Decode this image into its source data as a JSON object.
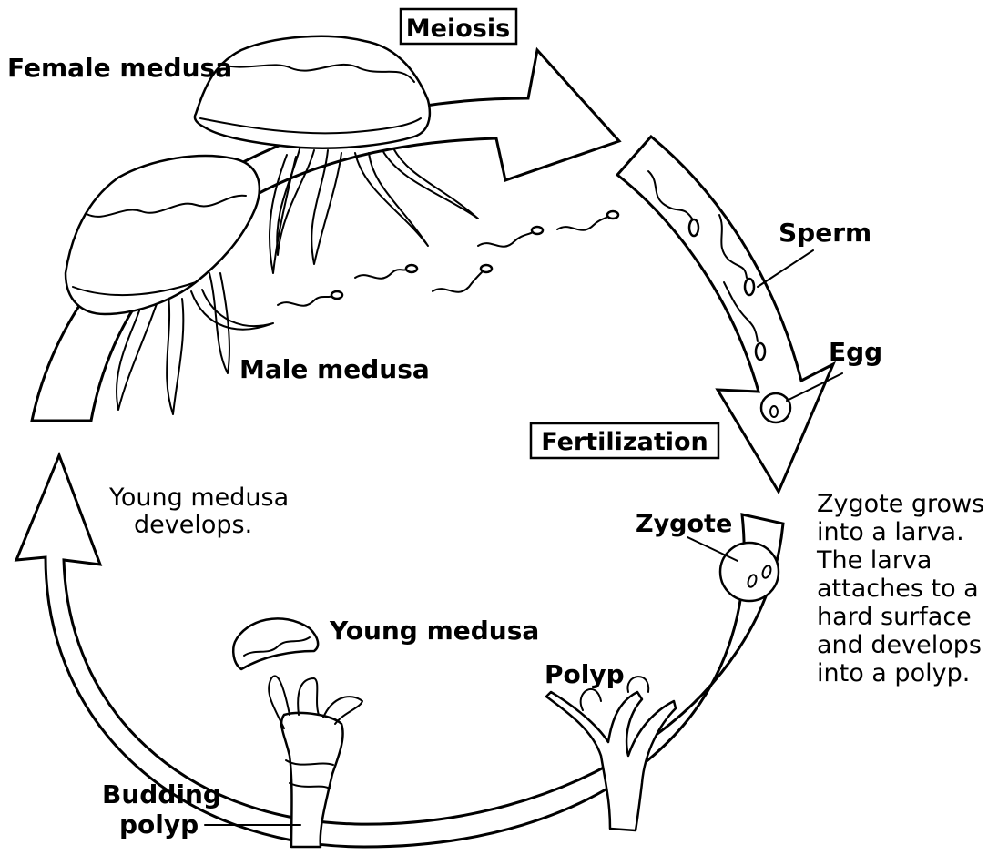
{
  "labels": {
    "meiosis": "Meiosis",
    "fertilization": "Fertilization",
    "female_medusa": "Female medusa",
    "male_medusa": "Male medusa",
    "sperm": "Sperm",
    "egg": "Egg",
    "zygote": "Zygote",
    "polyp": "Polyp",
    "young_medusa": "Young medusa",
    "budding_polyp_1": "Budding",
    "budding_polyp_2": "polyp"
  },
  "notes": {
    "young_medusa_develops": [
      "Young medusa",
      "develops."
    ],
    "zygote_grows": [
      "Zygote grows",
      "into a larva.",
      "The larva",
      "attaches to a",
      "hard surface",
      "and develops",
      "into a polyp."
    ]
  }
}
